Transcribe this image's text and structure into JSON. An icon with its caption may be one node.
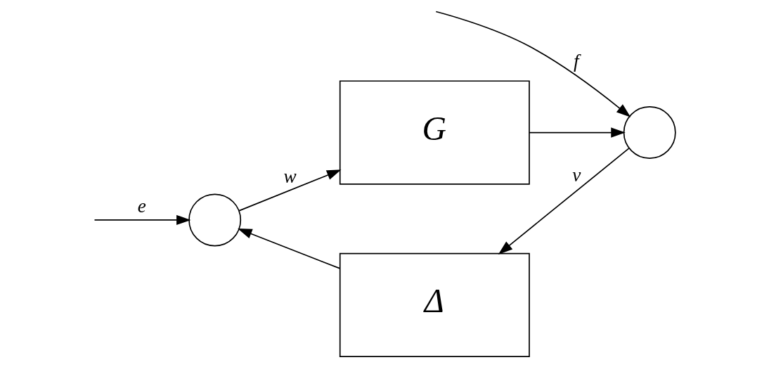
{
  "diagram": {
    "nodes": [
      {
        "text": [],
        "shape": "circle"
      },
      {
        "text": [
          "G"
        ]
      },
      {
        "text": [],
        "shape": "circle"
      },
      {
        "text": [
          "Δ"
        ]
      }
    ],
    "edges": [
      {
        "from": null,
        "to": 0,
        "arrow": "to",
        "label": "e"
      },
      {
        "from": 0,
        "to": 1,
        "arrow": "to",
        "label": "w"
      },
      {
        "from": 1,
        "to": 2,
        "arrow": "to"
      },
      {
        "from": null,
        "to": 2,
        "arrow": "to",
        "label": "f"
      },
      {
        "from": 2,
        "to": 3,
        "arrow": "to",
        "label": "v"
      },
      {
        "from": 3,
        "to": 0,
        "arrow": "to"
      }
    ]
  }
}
